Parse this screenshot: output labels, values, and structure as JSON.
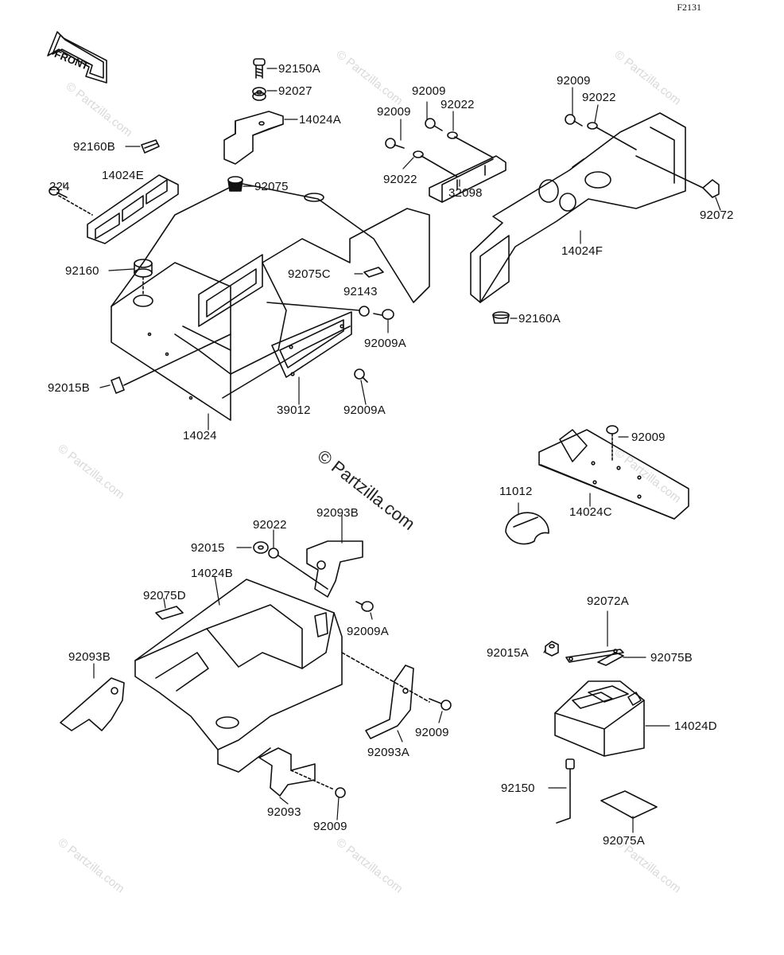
{
  "figure_code": "F2131",
  "front_label": "FRONT",
  "center_copyright": "© Partzilla.com",
  "watermark_text": "© Partzilla.com",
  "colors": {
    "ink": "#111111",
    "watermark": "#d9d9d9"
  },
  "labels": {
    "p92150A": "92150A",
    "p92027": "92027",
    "p14024A": "14024A",
    "p92075": "92075",
    "p92160B": "92160B",
    "p14024E": "14024E",
    "p224": "224",
    "p92160": "92160",
    "p92015B": "92015B",
    "p14024": "14024",
    "p39012": "39012",
    "p92009A_1": "92009A",
    "p92009A_2": "92009A",
    "p92143": "92143",
    "p92075C": "92075C",
    "p92009_1": "92009",
    "p92009_2": "92009",
    "p92022_1": "92022",
    "p92022_2": "92022",
    "p32098": "32098",
    "p92009_3": "92009",
    "p92022_3": "92022",
    "p92072": "92072",
    "p14024F": "14024F",
    "p92160A": "92160A",
    "p92009_4": "92009",
    "p11012": "11012",
    "p14024C": "14024C",
    "p92022_4": "92022",
    "p92093B_1": "92093B",
    "p92015": "92015",
    "p14024B": "14024B",
    "p92075D": "92075D",
    "p92009A_3": "92009A",
    "p92093B_2": "92093B",
    "p92009_5": "92009",
    "p92093A": "92093A",
    "p92093": "92093",
    "p92009_6": "92009",
    "p92072A": "92072A",
    "p92015A": "92015A",
    "p92075B": "92075B",
    "p14024D": "14024D",
    "p92150": "92150",
    "p92075A": "92075A"
  }
}
